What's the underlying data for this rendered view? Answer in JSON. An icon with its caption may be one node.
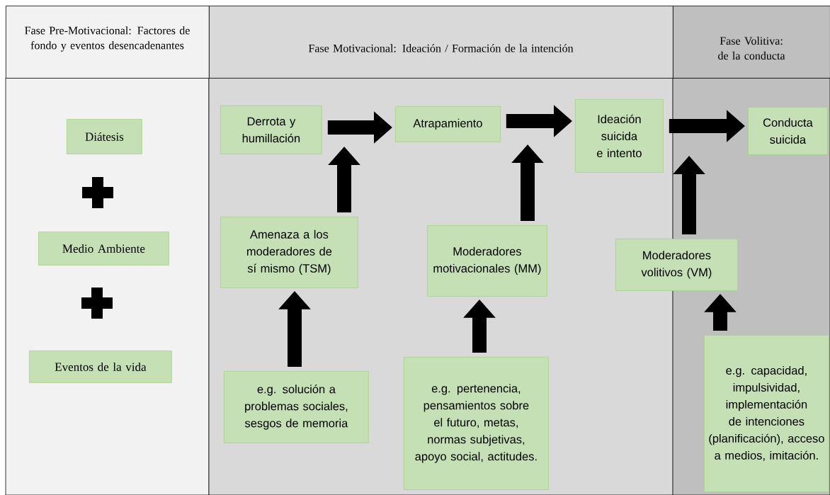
{
  "diagram": {
    "nodes": [
      {
        "text": [
          "Fase Pre-Motivacional: Factores de fondo y eventos desencadenantes"
        ]
      },
      {
        "text": [
          "Fase Motivacional: Ideación / Formación de la intención"
        ]
      },
      {
        "text": [
          "Fase Volitiva: de la conducta"
        ]
      },
      {
        "text": [
          "Diátesis"
        ]
      },
      {
        "text": [
          "Medio Ambiente"
        ]
      },
      {
        "text": [
          "Eventos de la vida"
        ]
      },
      {
        "text": [
          "Derrota y humillación"
        ]
      },
      {
        "text": [
          "Atrapamiento"
        ]
      },
      {
        "text": [
          "Ideación suicida e intento"
        ]
      },
      {
        "text": [
          "Conducta suicida"
        ]
      },
      {
        "text": [
          "Amenaza a los moderadores de sí mismo (TSM)"
        ]
      },
      {
        "text": [
          "Moderadores motivacionales (MM)"
        ]
      },
      {
        "text": [
          "Moderadores volitivos (VM)"
        ]
      },
      {
        "text": [
          "e.g. solución a problemas sociales, sesgos de memoria"
        ]
      },
      {
        "text": [
          "e.g. pertenencia, pensamientos sobre el futuro, metas, normas subjetivas, apoyo social, actitudes."
        ]
      },
      {
        "text": [
          "e.g. capacidad, impulsividad, implementación de intenciones (planificación), acceso a medios, imitación."
        ]
      }
    ],
    "edges": [
      {
        "from": 6,
        "to": 7,
        "arrow": "to"
      },
      {
        "from": 7,
        "to": 8,
        "arrow": "to"
      },
      {
        "from": 8,
        "to": 9,
        "arrow": "to"
      },
      {
        "from": 10,
        "to": null,
        "arrow": "to"
      },
      {
        "from": 11,
        "to": null,
        "arrow": "to"
      },
      {
        "from": 12,
        "to": null,
        "arrow": "to"
      },
      {
        "from": 13,
        "to": 10,
        "arrow": "to"
      },
      {
        "from": 14,
        "to": 11,
        "arrow": "to"
      },
      {
        "from": 15,
        "to": 12,
        "arrow": "to"
      }
    ]
  }
}
